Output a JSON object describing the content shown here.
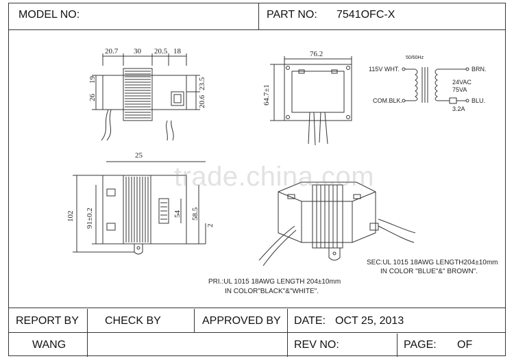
{
  "header": {
    "model_label": "MODEL NO:",
    "model_value": "",
    "part_label": "PART NO:",
    "part_value": "7541OFC-X"
  },
  "views": {
    "side": {
      "dims": [
        "20.7",
        "30",
        "20.5",
        "18",
        "19",
        "26",
        "23.5",
        "20.6"
      ]
    },
    "front": {
      "width": "76.2",
      "height": "64.7±1"
    },
    "bottom": {
      "dims": [
        "25",
        "102",
        "91±0.2",
        "54",
        "58.5",
        "2"
      ]
    }
  },
  "schematic": {
    "freq": "50/60Hz",
    "input": "115V WHT.",
    "common": "COM.BLK.",
    "out1": "BRN.",
    "out2": "BLU.",
    "rating_v": "24VAC",
    "rating_va": "75VA",
    "fuse": "3.2A"
  },
  "notes": {
    "pri_line1": "PRI.:UL 1015 18AWG LENGTH 204±10mm",
    "pri_line2": "IN COLOR\"BLACK\"&\"WHITE\".",
    "sec_line1": "SEC:UL 1015 18AWG LENGTH204±10mm",
    "sec_line2": "IN COLOR \"BLUE\"&\" BROWN\"."
  },
  "watermark": "trade.china.com",
  "footer": {
    "report_label": "REPORT BY",
    "check_label": "CHECK BY",
    "approved_label": "APPROVED BY",
    "date_label": "DATE:",
    "date_value": "OCT 25,  2013",
    "report_value": "WANG",
    "rev_label": "REV NO:",
    "page_label": "PAGE:",
    "of_label": "OF"
  }
}
